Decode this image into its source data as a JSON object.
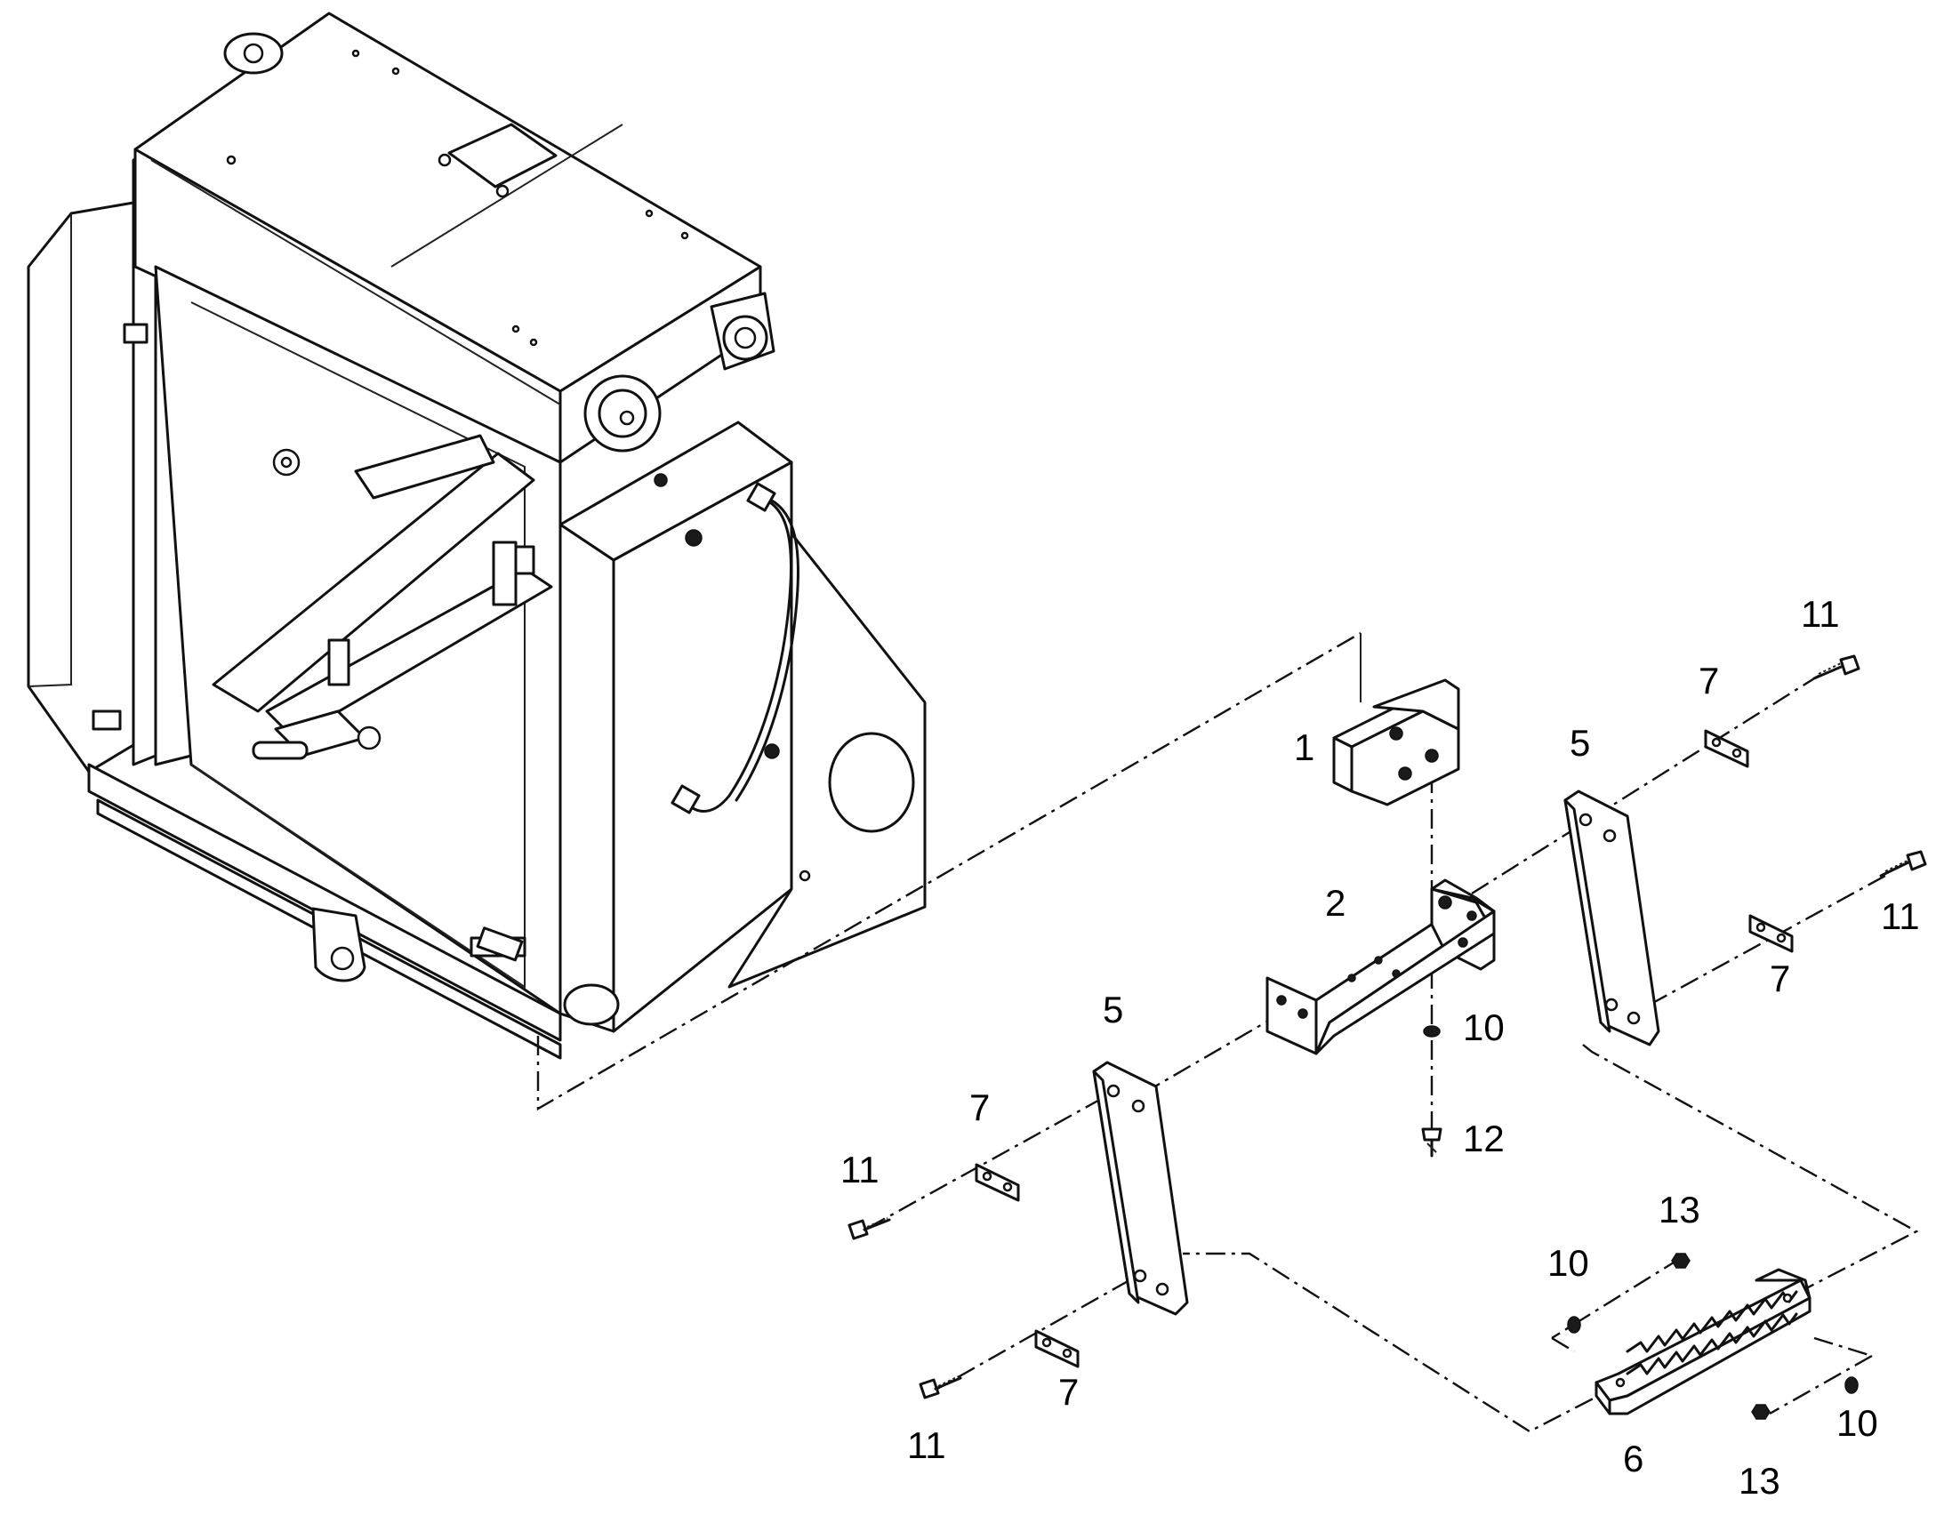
{
  "callouts": {
    "c1": "1",
    "c2": "2",
    "c5a": "5",
    "c5b": "5",
    "c6": "6",
    "c7a": "7",
    "c7b": "7",
    "c7c": "7",
    "c7d": "7",
    "c10a": "10",
    "c10b": "10",
    "c10c": "10",
    "c11a": "11",
    "c11b": "11",
    "c11c": "11",
    "c11d": "11",
    "c12": "12",
    "c13a": "13",
    "c13b": "13"
  }
}
